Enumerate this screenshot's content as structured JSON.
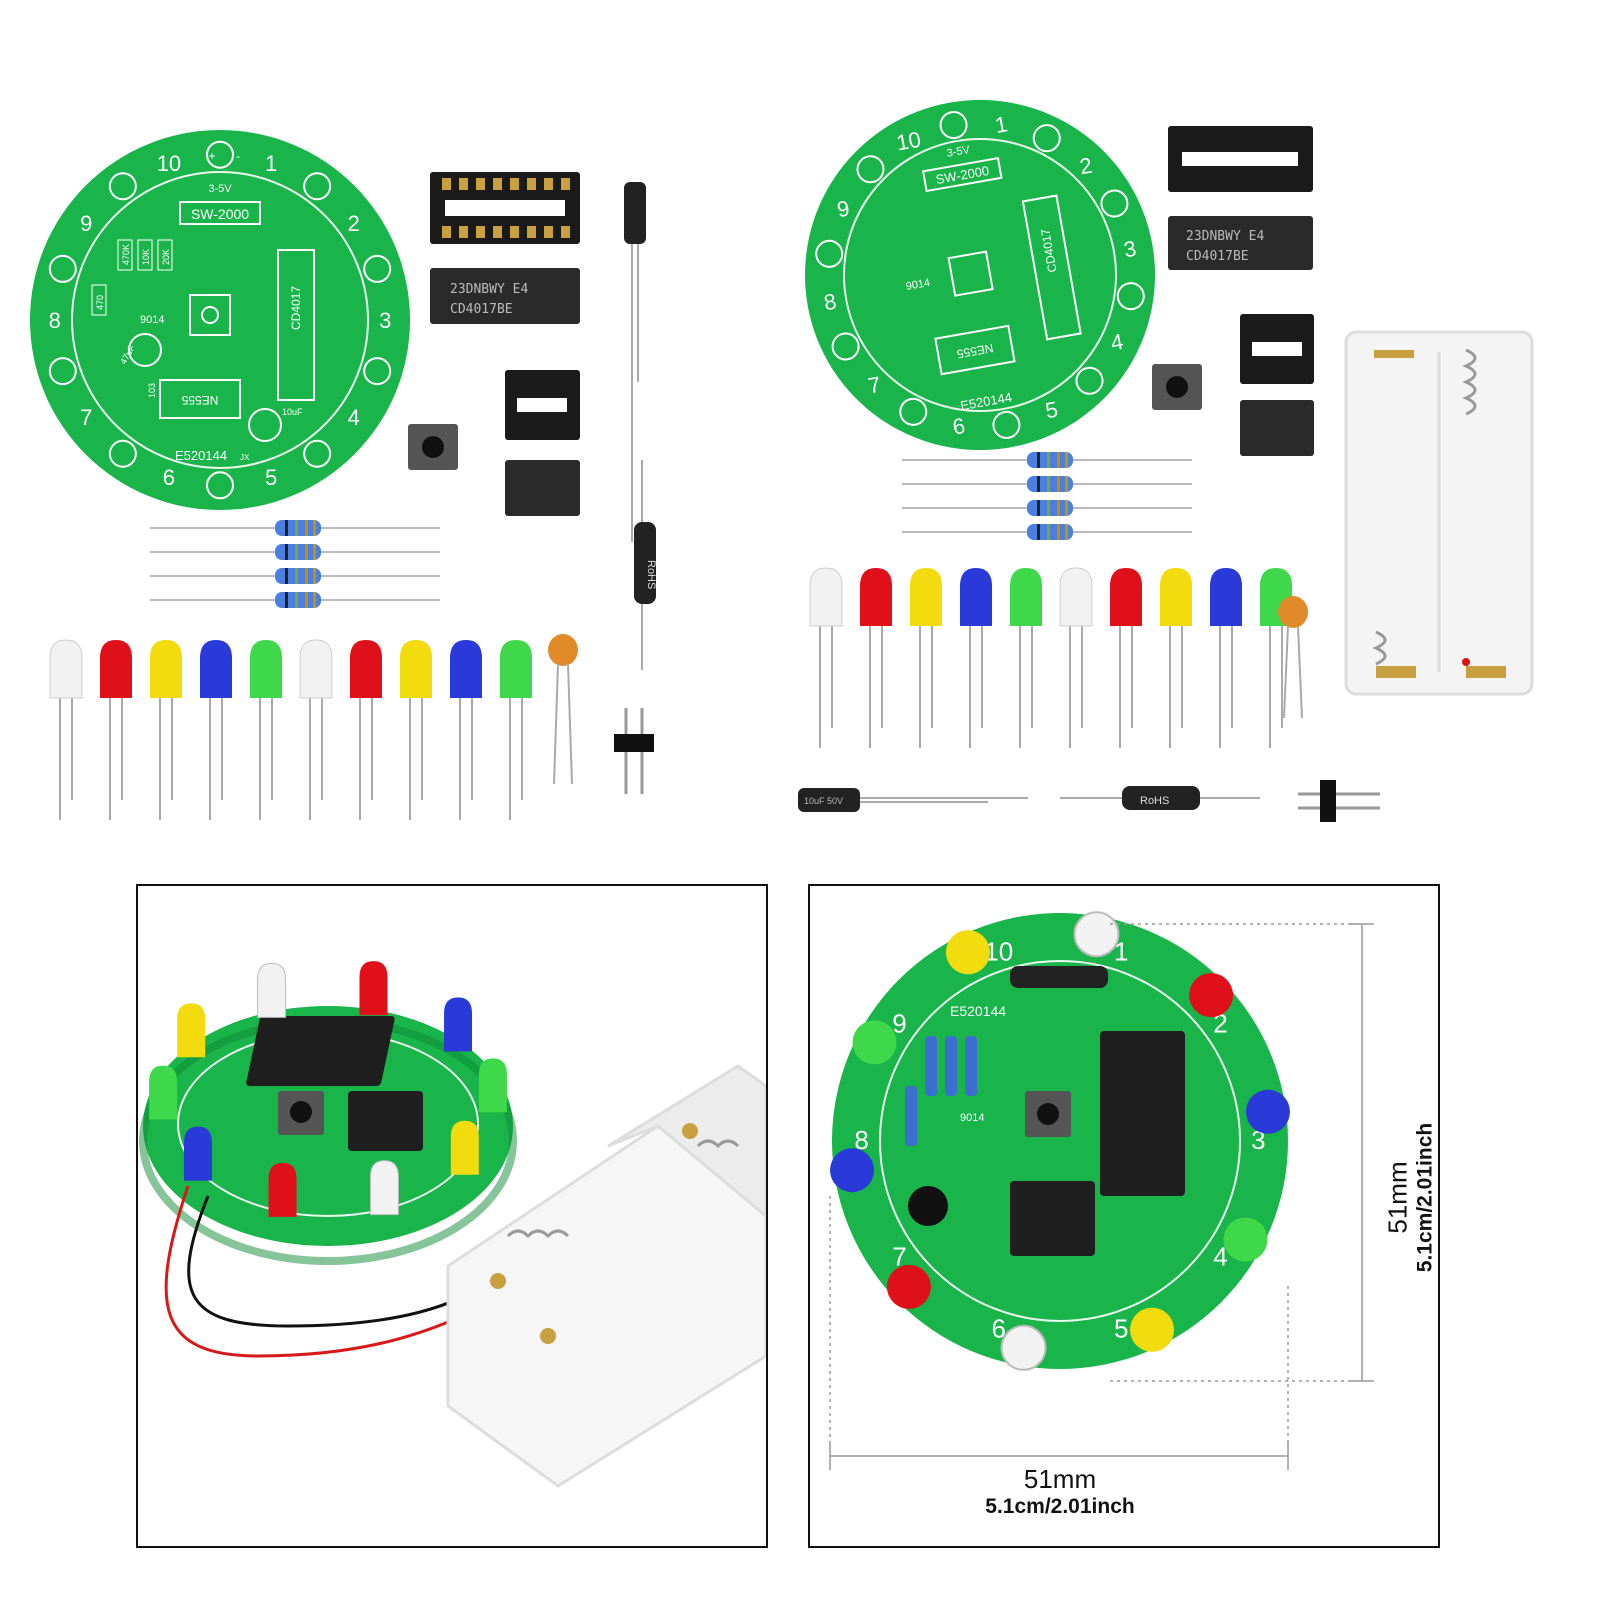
{
  "pcb": {
    "numbers": [
      "1",
      "2",
      "3",
      "4",
      "5",
      "6",
      "7",
      "8",
      "9",
      "10"
    ],
    "model": "SW-2000",
    "voltage": "3-5V",
    "plus": "+",
    "minus": "-",
    "counter_label": "CD4017",
    "timer_label": "NE555",
    "transistor_label": "9014",
    "cert_code": "E520144",
    "cert_suffix": "JX",
    "cap_label_a": "47uF",
    "cap_label_b": "10uF",
    "ceramic_label": "103",
    "resistors": [
      "470",
      "470K",
      "10K",
      "20K"
    ]
  },
  "parts": {
    "counter_chip_top": "23DNBWY E4",
    "counter_chip_bottom": "CD4017BE",
    "inductor_label": "RoHS",
    "electrolytic_label": "10uF 50V"
  },
  "dimensions": {
    "height_mm": "51mm",
    "height_alt": "5.1cm/2.01inch",
    "width_mm": "51mm",
    "width_alt": "5.1cm/2.01inch"
  },
  "colors": {
    "board_green": "#19b44a",
    "led_white": "#f2f2f2",
    "led_red": "#e0101a",
    "led_yellow": "#f2dc10",
    "led_blue": "#2a3ad8",
    "led_green": "#3ed84a"
  },
  "icons": [
    "led-icon",
    "chip-icon",
    "battery-holder-icon",
    "push-button-icon",
    "resistor-icon"
  ]
}
